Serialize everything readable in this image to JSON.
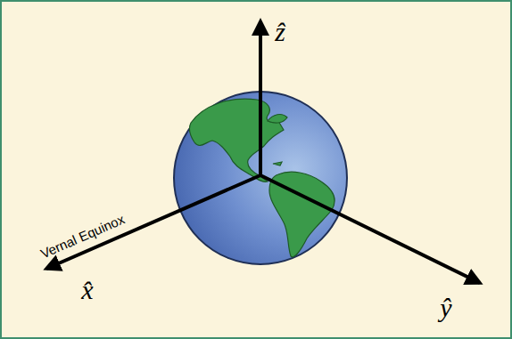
{
  "diagram": {
    "labels": [
      "ẑ",
      "Vernal Equinox",
      "x̂",
      "ŷ"
    ]
  }
}
